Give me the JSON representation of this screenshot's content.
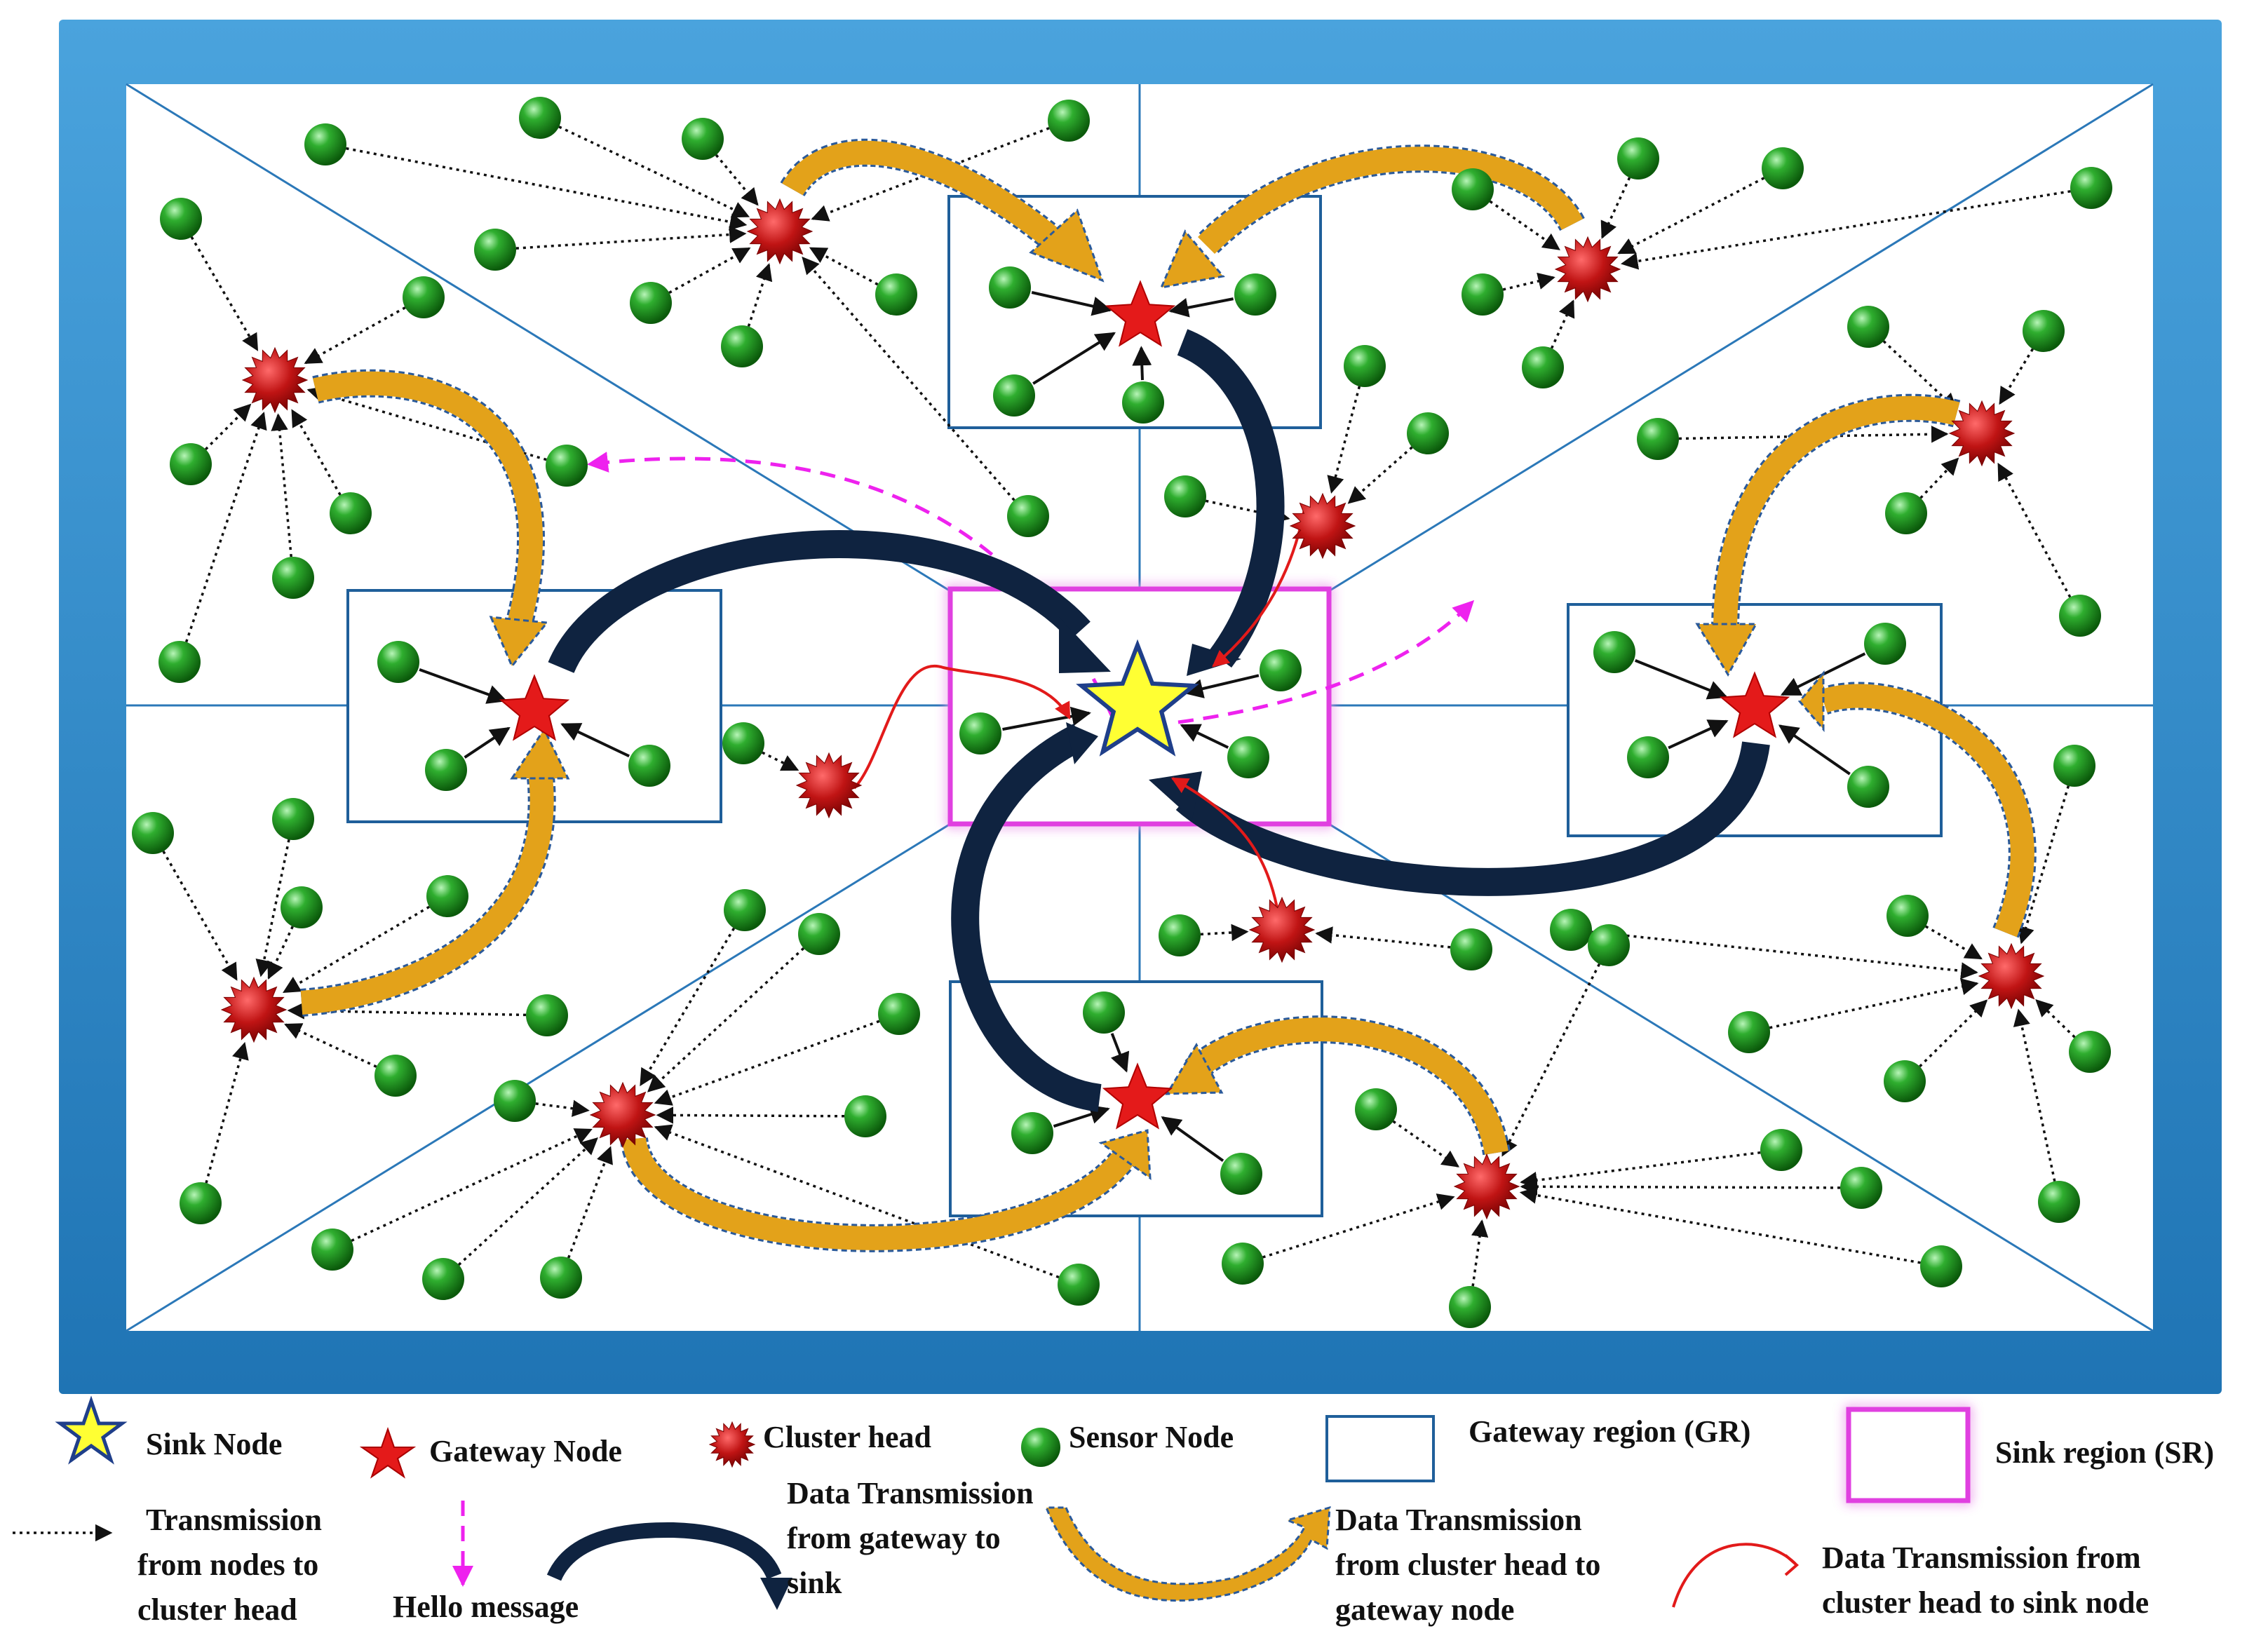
{
  "colors": {
    "frame": "#2a86c6",
    "frame_light": "#4aa3dd",
    "lines": "#2b78b8",
    "sensor": "#1a8a1a",
    "cluster_head": "#b01010",
    "gateway_star": "#e41a1a",
    "sink_star": "#ffff33",
    "sink_region": "#e040e0",
    "gateway_arrow": "#0f2340",
    "cluster_arrow": "#e3a21a",
    "hello": "#ee22ee",
    "red_link": "#e21a1a"
  },
  "icons": {
    "sink": "yellow-star-icon",
    "gateway": "red-star-icon",
    "cluster_head": "red-spiky-ball-icon",
    "sensor": "green-ball-icon"
  },
  "legend": {
    "sink_node": "Sink Node",
    "gateway_node": "Gateway Node",
    "cluster_head": "Cluster head",
    "sensor_node": "Sensor Node",
    "gateway_region": "Gateway region (GR)",
    "sink_region": "Sink region (SR)",
    "tx_nodes_to_ch": [
      "Transmission",
      "from nodes to",
      "cluster head"
    ],
    "hello_message": "Hello message",
    "tx_gateway_to_sink": [
      "Data Transmission",
      "from gateway to",
      "sink"
    ],
    "tx_ch_to_gateway": [
      "Data Transmission",
      "from cluster head to",
      "gateway node"
    ],
    "tx_ch_to_sink": [
      "Data Transmission  from",
      "cluster head to sink node"
    ]
  }
}
